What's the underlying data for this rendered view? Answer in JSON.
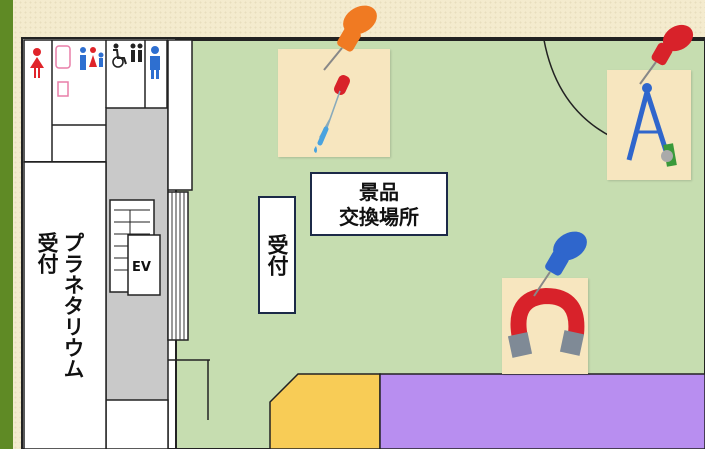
{
  "labels": {
    "prize_exchange": [
      "景品",
      "交換場所"
    ],
    "reception": "受付",
    "planetarium_reception": [
      "プラネタリウム",
      "受付"
    ],
    "elevator": "EV"
  },
  "icons": [
    "restroom-female-icon",
    "baby-changing-icon",
    "restroom-family-icon",
    "wheelchair-icon",
    "restroom-male-icon",
    "dropper-icon",
    "compass-icon",
    "magnet-icon",
    "pushpin-icon"
  ],
  "colors": {
    "frame_green": "#5f8a25",
    "floor_green": "#c6ddb0",
    "purple_area": "#b88ef0",
    "yellow_area": "#f8cc56",
    "pin_orange": "#f07a22",
    "pin_red": "#d8222a",
    "pin_blue": "#2f66cc"
  }
}
